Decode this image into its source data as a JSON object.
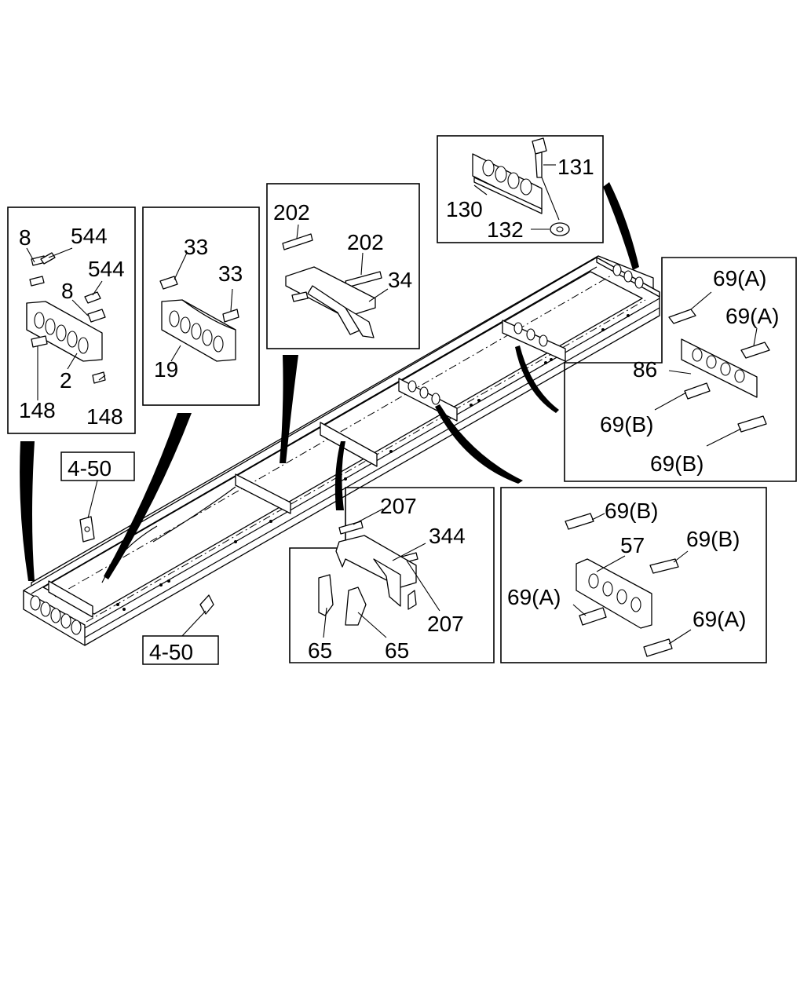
{
  "labels": {
    "c1_8a": "8",
    "c1_544a": "544",
    "c1_544b": "544",
    "c1_8b": "8",
    "c1_2": "2",
    "c1_148a": "148",
    "c1_148b": "148",
    "c2_33a": "33",
    "c2_33b": "33",
    "c2_19": "19",
    "c3_202a": "202",
    "c3_202b": "202",
    "c3_34": "34",
    "c4_131": "131",
    "c4_130": "130",
    "c4_132": "132",
    "c5_69A_1": "69(A)",
    "c5_69A_2": "69(A)",
    "c5_86": "86",
    "c5_69B_1": "69(B)",
    "c5_69B_2": "69(B)",
    "c6_207a": "207",
    "c6_344": "344",
    "c6_207b": "207",
    "c6_65a": "65",
    "c6_65b": "65",
    "c7_69B_1": "69(B)",
    "c7_57": "57",
    "c7_69B_2": "69(B)",
    "c7_69A_1": "69(A)",
    "c7_69A_2": "69(A)",
    "ref_upper": "4-50",
    "ref_lower": "4-50"
  }
}
